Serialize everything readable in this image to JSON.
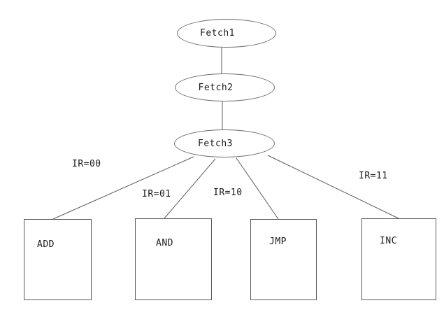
{
  "diagram": {
    "title": "instruction-fetch-state-diagram",
    "colors": {
      "background": "#ffffff",
      "stroke": "#5c5c5c",
      "text": "#1a1a1a"
    },
    "nodes": [
      {
        "id": "fetch1",
        "label": "Fetch1",
        "shape": "ellipse"
      },
      {
        "id": "fetch2",
        "label": "Fetch2",
        "shape": "ellipse"
      },
      {
        "id": "fetch3",
        "label": "Fetch3",
        "shape": "ellipse"
      },
      {
        "id": "add",
        "label": "ADD",
        "shape": "rect"
      },
      {
        "id": "and",
        "label": "AND",
        "shape": "rect"
      },
      {
        "id": "jmp",
        "label": "JMP",
        "shape": "rect"
      },
      {
        "id": "inc",
        "label": "INC",
        "shape": "rect"
      }
    ],
    "edges": [
      {
        "from": "fetch1",
        "to": "fetch2",
        "label": ""
      },
      {
        "from": "fetch2",
        "to": "fetch3",
        "label": ""
      },
      {
        "from": "fetch3",
        "to": "add",
        "label": "IR=00"
      },
      {
        "from": "fetch3",
        "to": "and",
        "label": "IR=01"
      },
      {
        "from": "fetch3",
        "to": "jmp",
        "label": "IR=10"
      },
      {
        "from": "fetch3",
        "to": "inc",
        "label": "IR=11"
      }
    ]
  }
}
